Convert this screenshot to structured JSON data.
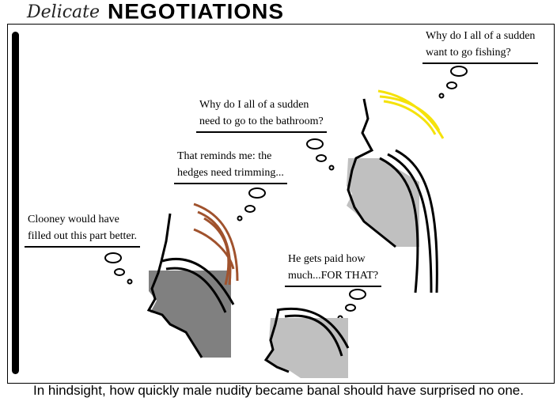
{
  "title": {
    "script": "Delicate",
    "bold": "NEGOTIATIONS"
  },
  "thoughts": [
    {
      "lines": [
        "Why do I all of a sudden",
        "want to go fishing?"
      ]
    },
    {
      "lines": [
        "Why do I all of a sudden",
        "need to go to the bathroom?"
      ]
    },
    {
      "lines": [
        "That reminds me: the",
        "hedges need trimming..."
      ]
    },
    {
      "lines": [
        "Clooney would have",
        "filled out this part better."
      ]
    },
    {
      "lines": [
        "He gets paid how",
        "much...FOR THAT?"
      ]
    }
  ],
  "caption": "In hindsight, how quickly male nudity became banal should have surprised no one.",
  "colors": {
    "dark_head": "#808080",
    "light_head": "#c0c0c0",
    "blonde": "#f5e20a",
    "brown_hair": "#a0522d"
  }
}
